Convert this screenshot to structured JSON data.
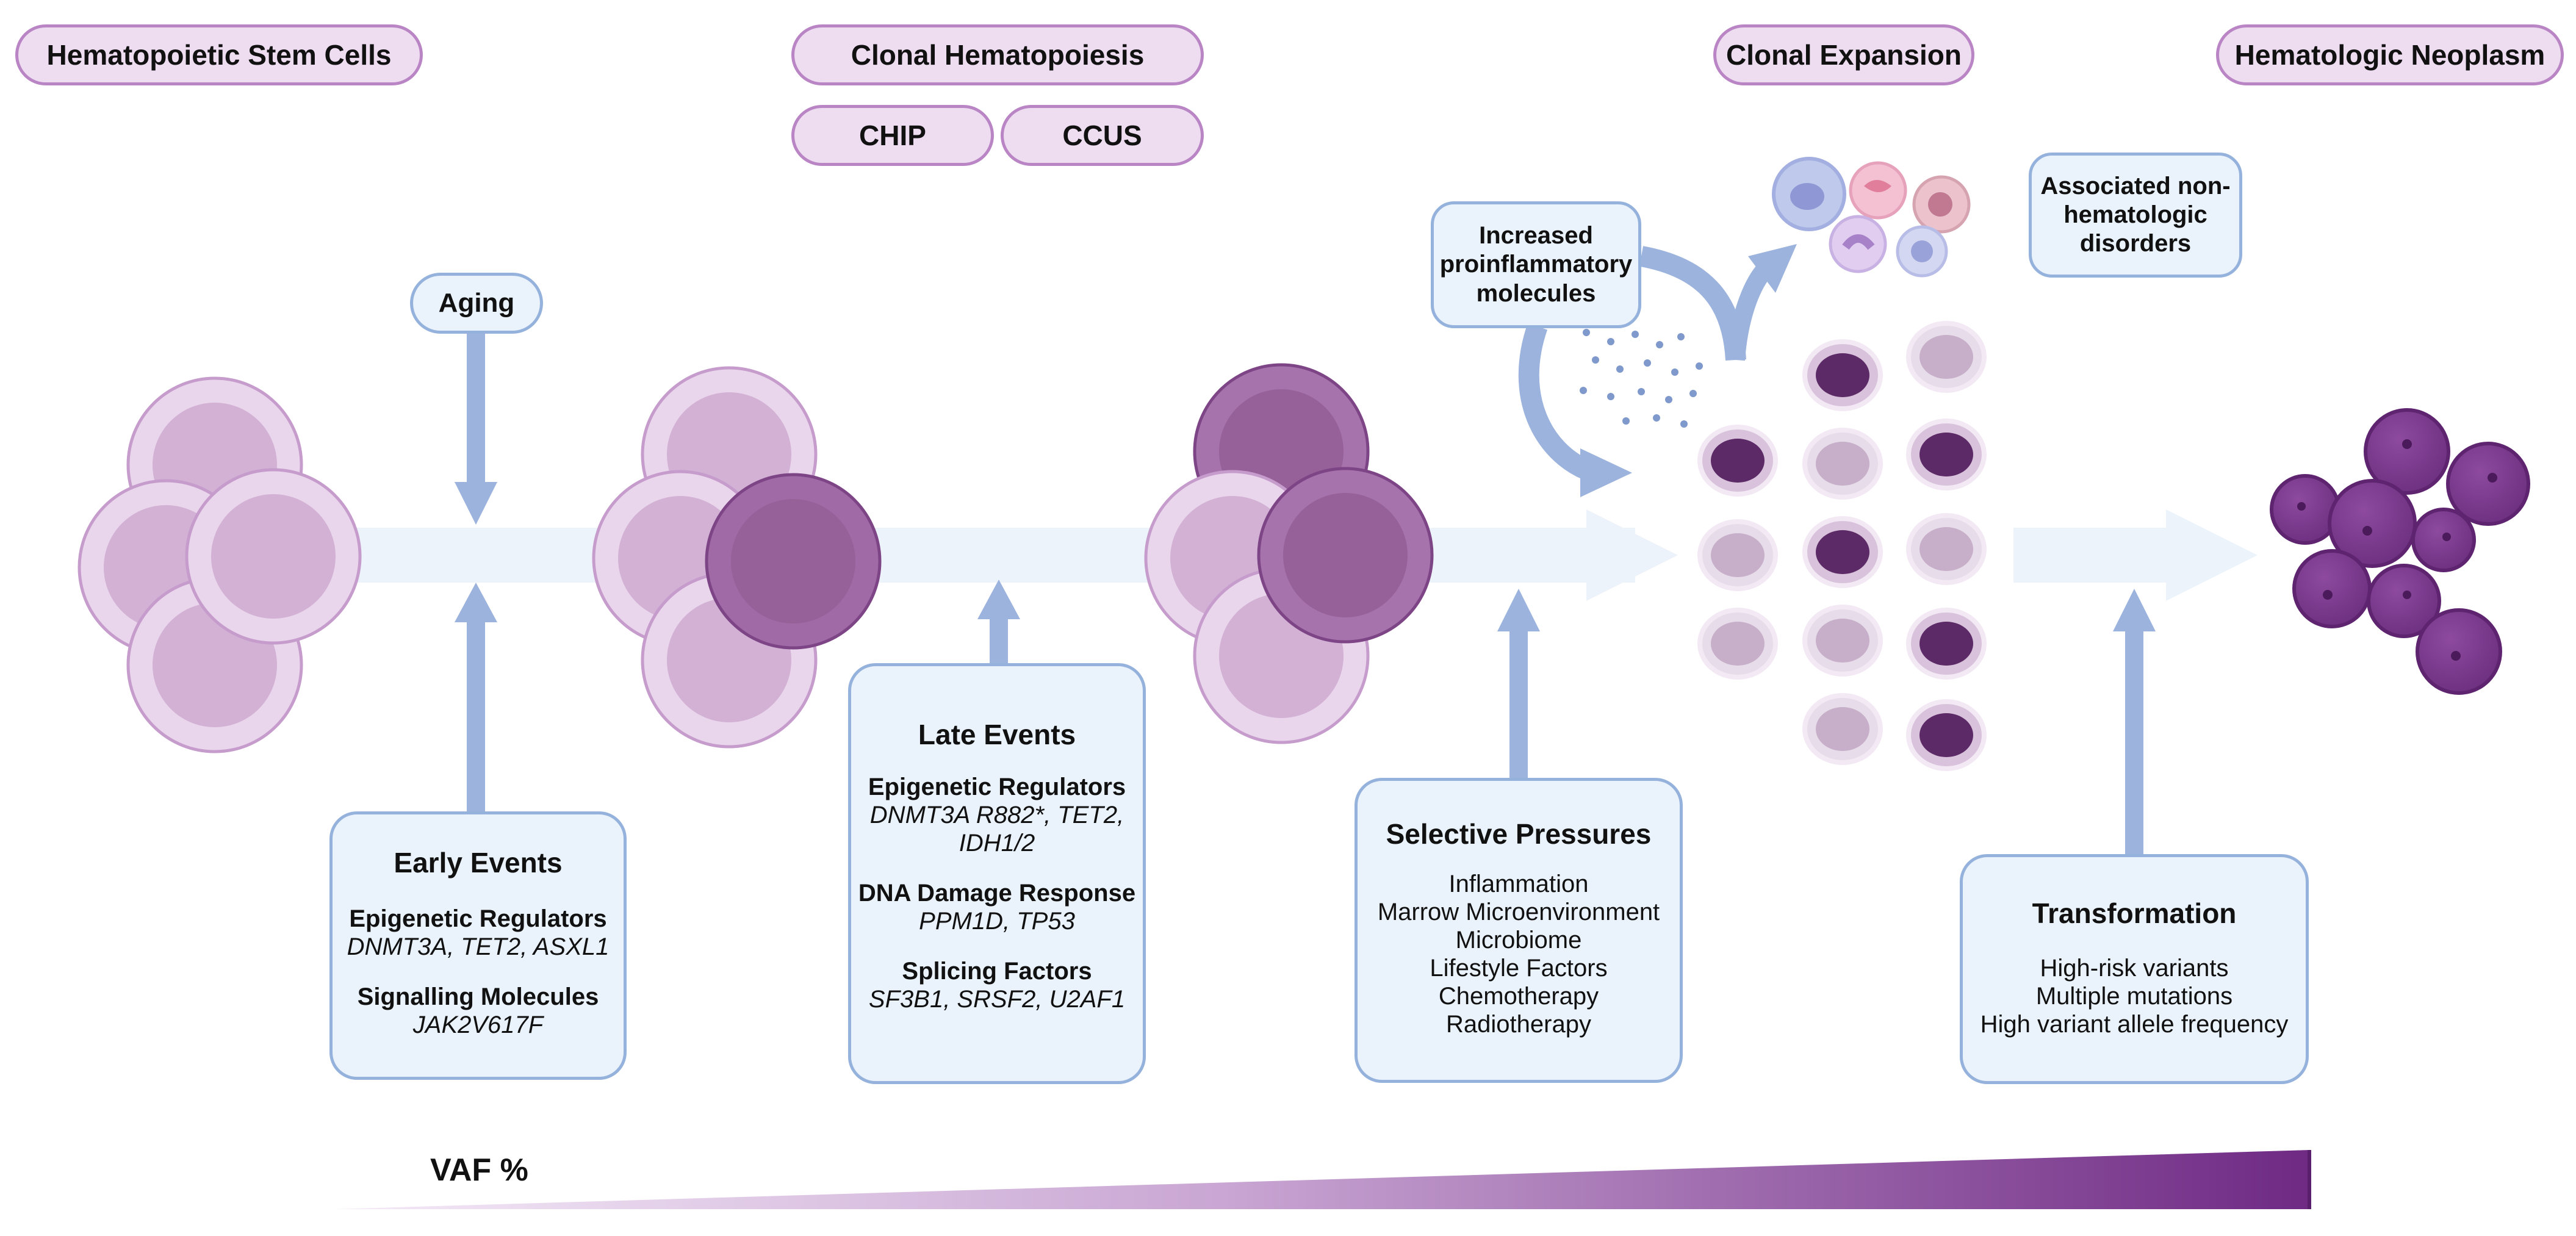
{
  "stages": {
    "hsc": "Hematopoietic Stem Cells",
    "clonal_hematopoiesis": "Clonal Hematopoiesis",
    "chip": "CHIP",
    "ccus": "CCUS",
    "clonal_expansion": "Clonal Expansion",
    "neoplasm": "Hematologic Neoplasm"
  },
  "aging": "Aging",
  "inflammatory": [
    "Increased",
    "proinflammatory",
    "molecules"
  ],
  "non_hematologic": [
    "Associated non-",
    "hematologic",
    "disorders"
  ],
  "early_events": {
    "title": "Early Events",
    "groups": [
      {
        "heading": "Epigenetic Regulators",
        "genes": [
          "DNMT3A, TET2, ASXL1"
        ]
      },
      {
        "heading": "Signalling Molecules",
        "genes": [
          "JAK2V617F"
        ]
      }
    ]
  },
  "late_events": {
    "title": "Late Events",
    "groups": [
      {
        "heading": "Epigenetic Regulators",
        "genes": [
          "DNMT3A R882*, TET2,",
          "IDH1/2"
        ]
      },
      {
        "heading": "DNA Damage Response",
        "genes": [
          "PPM1D, TP53"
        ]
      },
      {
        "heading": "Splicing Factors",
        "genes": [
          "SF3B1, SRSF2, U2AF1"
        ]
      }
    ]
  },
  "selective_pressures": {
    "title": "Selective Pressures",
    "items": [
      "Inflammation",
      "Marrow Microenvironment",
      "Microbiome",
      "Lifestyle Factors",
      "Chemotherapy",
      "Radiotherapy"
    ]
  },
  "transformation": {
    "title": "Transformation",
    "items": [
      "High-risk variants",
      "Multiple mutations",
      "High variant allele frequency"
    ]
  },
  "vaf_label": "VAF %",
  "colors": {
    "pill_fill": "#eedcf1",
    "pill_border": "#b985c4",
    "box_fill": "#eaf2fb",
    "box_border": "#95b2dc",
    "arrow": "#9cb3dd",
    "flow_band": "#edf3fa",
    "light_cell": "#ead6ec",
    "mid_cell": "#ca9fcf",
    "mutant_cell": "#9f6aa6",
    "neoplasm_cell": "#7c3f8c",
    "vaf_dark": "#6f2a84"
  }
}
